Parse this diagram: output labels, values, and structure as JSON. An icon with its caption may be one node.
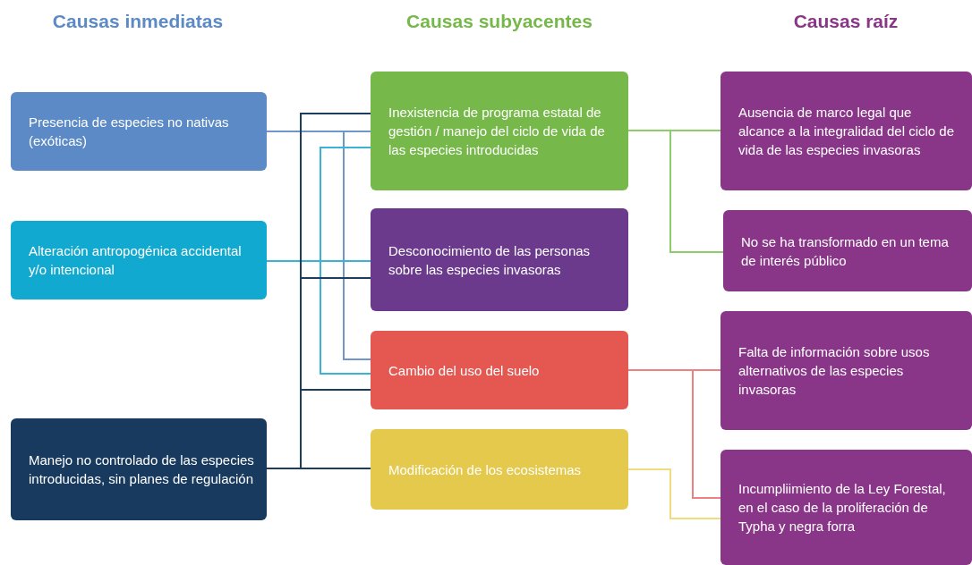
{
  "diagram": {
    "nodes": [
      {
        "text": [
          "Presencia de especies no nativas (exóticas)"
        ]
      },
      {
        "text": [
          "Alteración antropogénica accidental y/o intencional"
        ]
      },
      {
        "text": [
          "Manejo no controlado de las especies introducidas, sin planes de regulación"
        ]
      },
      {
        "text": [
          "Inexistencia de programa estatal de gestión / manejo del ciclo de vida de las especies introducidas"
        ]
      },
      {
        "text": [
          "Desconocimiento de las personas sobre las especies invasoras"
        ]
      },
      {
        "text": [
          "Cambio del uso del suelo"
        ]
      },
      {
        "text": [
          "Modificación de los ecosistemas"
        ]
      },
      {
        "text": [
          "Ausencia de marco legal que alcance a la integralidad del ciclo de vida de las especies invasoras"
        ]
      },
      {
        "text": [
          "No se ha transformado en un tema de interés público"
        ]
      },
      {
        "text": [
          "Falta de información sobre usos alternativos de las especies invasoras"
        ]
      },
      {
        "text": [
          "Incumpliimiento de la Ley Forestal, en el caso de la proliferación de Typha y negra forra"
        ]
      }
    ],
    "edges": [
      {
        "from": 0,
        "to": 3,
        "arrow": "none",
        "color": "#6f96cc"
      },
      {
        "from": 0,
        "to": 5,
        "arrow": "none",
        "color": "#6f96cc"
      },
      {
        "from": 1,
        "to": 3,
        "arrow": "none",
        "color": "#3ab4d6"
      },
      {
        "from": 1,
        "to": 4,
        "arrow": "none",
        "color": "#3ab4d6"
      },
      {
        "from": 1,
        "to": 5,
        "arrow": "none",
        "color": "#3ab4d6"
      },
      {
        "from": 2,
        "to": 3,
        "arrow": "none",
        "color": "#1c3d5e"
      },
      {
        "from": 2,
        "to": 4,
        "arrow": "none",
        "color": "#1c3d5e"
      },
      {
        "from": 2,
        "to": 5,
        "arrow": "none",
        "color": "#1c3d5e"
      },
      {
        "from": 2,
        "to": 6,
        "arrow": "none",
        "color": "#1c3d5e"
      },
      {
        "from": 3,
        "to": 7,
        "arrow": "none",
        "color": "#8ccd6b"
      },
      {
        "from": 3,
        "to": 8,
        "arrow": "none",
        "color": "#8ccd6b"
      },
      {
        "from": 5,
        "to": 9,
        "arrow": "none",
        "color": "#f08080"
      },
      {
        "from": 5,
        "to": 10,
        "arrow": "none",
        "color": "#f08080"
      },
      {
        "from": 6,
        "to": 10,
        "arrow": "none",
        "color": "#f0dc80"
      }
    ],
    "labels": [
      "Causas inmediatas",
      "Causas subyacentes",
      "Causas raíz"
    ]
  }
}
